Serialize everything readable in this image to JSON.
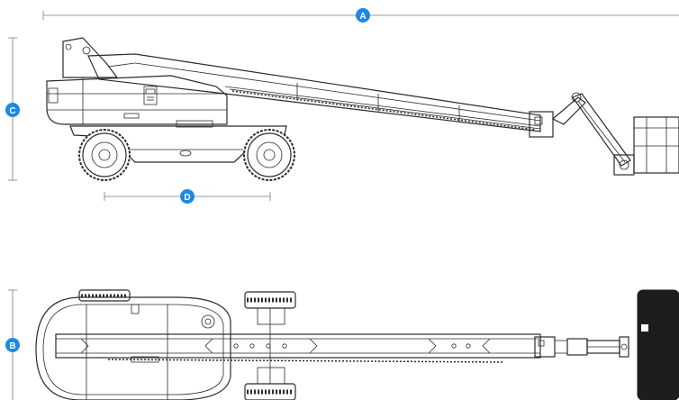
{
  "dimensions": [
    {
      "id": "A",
      "label": "A"
    },
    {
      "id": "B",
      "label": "B"
    },
    {
      "id": "C",
      "label": "C"
    },
    {
      "id": "D",
      "label": "D"
    }
  ],
  "colors": {
    "badge": "#1e88e5",
    "ink": "#2b2b2b",
    "dimension_line": "#7a7a7a",
    "platform_fill": "#1d1d1d",
    "tire_fill": "#3a3a3a"
  }
}
